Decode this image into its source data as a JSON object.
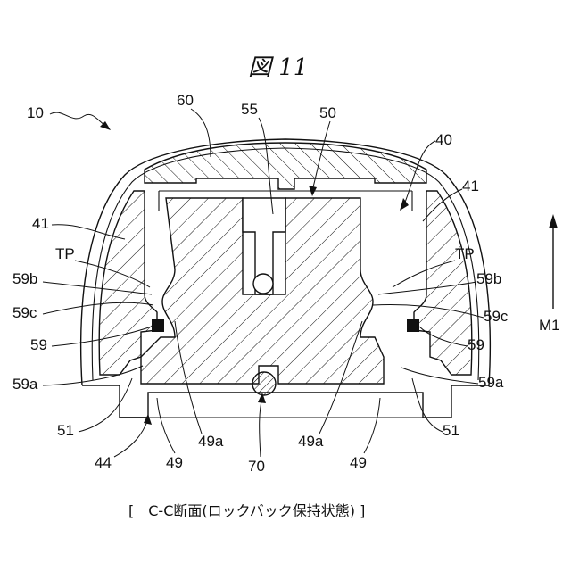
{
  "figure": {
    "title": "図 11",
    "caption": "[　C-C断面(ロックバック保持状態) ]"
  },
  "labels": {
    "l10": "10",
    "l60": "60",
    "l55": "55",
    "l50": "50",
    "l40": "40",
    "l41_left": "41",
    "l41_right": "41",
    "tp_left": "TP",
    "tp_right": "TP",
    "l59b_left": "59b",
    "l59b_right": "59b",
    "l59c_left": "59c",
    "l59c_right": "59c",
    "l59_left": "59",
    "l59_right": "59",
    "l59a_left": "59a",
    "l59a_right": "59a",
    "l51_left": "51",
    "l51_right": "51",
    "l44": "44",
    "l49_left": "49",
    "l49_right": "49",
    "l49a_left": "49a",
    "l49a_right": "49a",
    "l70": "70",
    "m1": "M1"
  }
}
